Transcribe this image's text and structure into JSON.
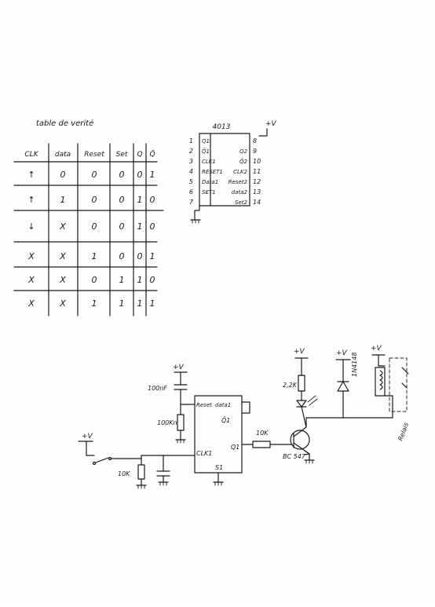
{
  "truth_table": {
    "title": "table de verité",
    "headers": [
      "CLK",
      "data",
      "Reset",
      "Set",
      "Q",
      "Q̄"
    ],
    "rows": [
      [
        "↑",
        "0",
        "0",
        "0",
        "0",
        "1"
      ],
      [
        "↑",
        "1",
        "0",
        "0",
        "1",
        "0"
      ],
      [
        "↓",
        "X",
        "0",
        "0",
        "1",
        "0"
      ],
      [
        "X",
        "X",
        "1",
        "0",
        "0",
        "1"
      ],
      [
        "X",
        "X",
        "0",
        "1",
        "1",
        "0"
      ],
      [
        "X",
        "X",
        "1",
        "1",
        "1",
        "1"
      ]
    ]
  },
  "chip": {
    "name": "4013",
    "vplus": "+V",
    "left_pins": [
      {
        "num": "1",
        "label": "Q1"
      },
      {
        "num": "2",
        "label": "Q̄1"
      },
      {
        "num": "3",
        "label": "CLK1"
      },
      {
        "num": "4",
        "label": "RESET1"
      },
      {
        "num": "5",
        "label": "Data1"
      },
      {
        "num": "6",
        "label": "SET1"
      },
      {
        "num": "7",
        "label": ""
      }
    ],
    "right_pins": [
      {
        "num": "8",
        "label": ""
      },
      {
        "num": "9",
        "label": "Q2"
      },
      {
        "num": "10",
        "label": "Q̄2"
      },
      {
        "num": "11",
        "label": "CLK2"
      },
      {
        "num": "12",
        "label": "Reset2"
      },
      {
        "num": "13",
        "label": "data2"
      },
      {
        "num": "14",
        "label": "Set2"
      }
    ]
  },
  "schematic": {
    "vplus": "+V",
    "cap_top": "100nF",
    "res_top": "100Kn",
    "res_bottom": "10K",
    "res_base": "10K",
    "res_led": "2,2K",
    "transistor": "BC 547",
    "diode": "1N4148",
    "relay": "Relais",
    "ic_reset": "Reset",
    "ic_data": "data1",
    "ic_qbar": "Q̄1",
    "ic_q": "Q1",
    "ic_clk": "CLK1",
    "ic_set": "S1"
  }
}
